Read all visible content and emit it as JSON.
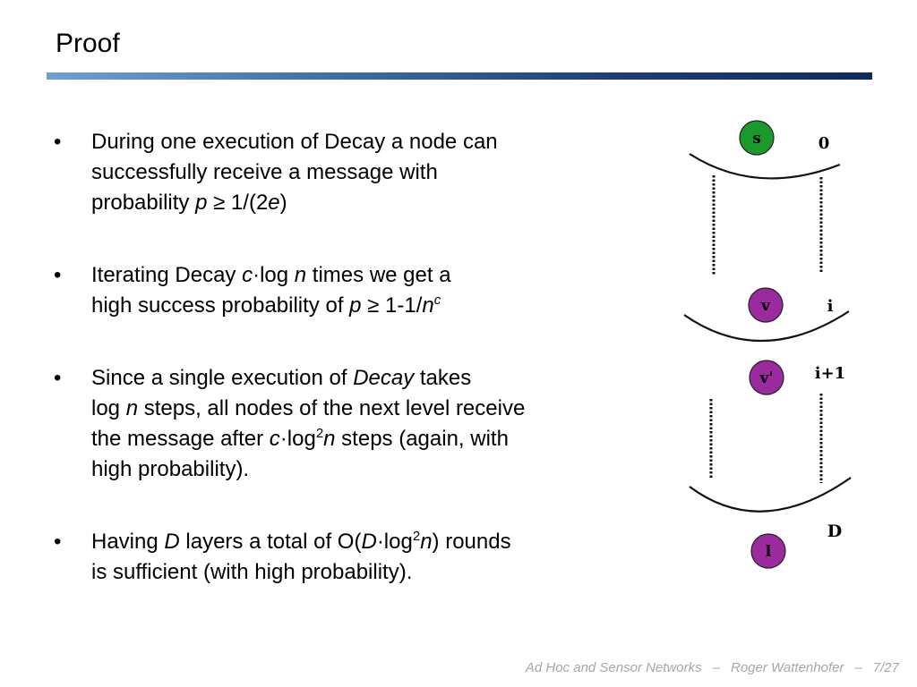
{
  "slide": {
    "title": "Proof"
  },
  "bullets": [
    {
      "lines": [
        [
          "During one execution of Decay a node can"
        ],
        [
          "successfully receive a message with"
        ],
        [
          "probability ",
          {
            "i": "p"
          },
          " ≥ 1/(2",
          {
            "i": "e"
          },
          ")"
        ]
      ]
    },
    {
      "lines": [
        [
          "Iterating Decay ",
          {
            "i": "c"
          },
          "·log ",
          {
            "i": "n"
          },
          " times we get a"
        ],
        [
          "high success probability of ",
          {
            "i": "p"
          },
          " ≥ 1-1/",
          {
            "i": "n"
          },
          {
            "sup": "c",
            "i": true
          }
        ]
      ]
    },
    {
      "lines": [
        [
          "Since a single execution of ",
          {
            "i": "Decay"
          },
          " takes"
        ],
        [
          "log ",
          {
            "i": "n"
          },
          " steps, all nodes of the next level receive"
        ],
        [
          "the message after ",
          {
            "i": "c"
          },
          "·log",
          {
            "sup": "2"
          },
          {
            "i": "n"
          },
          " steps (again, with"
        ],
        [
          "high probability)."
        ]
      ]
    },
    {
      "lines": [
        [
          "Having ",
          {
            "i": "D"
          },
          " layers a total of O(",
          {
            "i": "D"
          },
          "·log",
          {
            "sup": "2"
          },
          {
            "i": "n"
          },
          ") rounds"
        ],
        [
          "is sufficient (with high probability)."
        ]
      ]
    }
  ],
  "diagram": {
    "nodes": [
      {
        "label": "s",
        "color": "#1a9a2a"
      },
      {
        "label": "v",
        "color": "#9a2a9e"
      },
      {
        "label": "v'",
        "color": "#9a2a9e"
      },
      {
        "label": "l",
        "color": "#9a2a9e"
      }
    ],
    "levels": [
      "0",
      "i",
      "i+1",
      "D"
    ]
  },
  "footer": {
    "course": "Ad Hoc and Sensor Networks",
    "separator": "–",
    "author": "Roger Wattenhofer",
    "page": "7/27"
  }
}
